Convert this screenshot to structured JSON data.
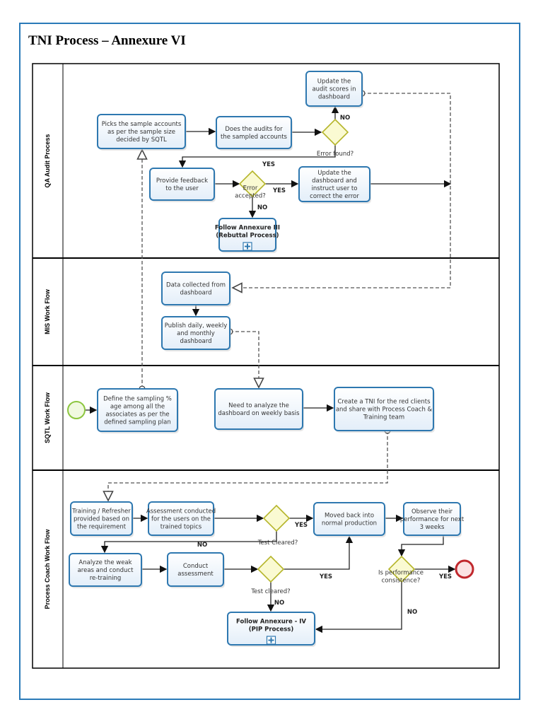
{
  "title": "TNI Process – Annexure VI",
  "lanes": [
    {
      "id": "qa",
      "label": "QA  Audit Process"
    },
    {
      "id": "mis",
      "label": "MIS Work Flow"
    },
    {
      "id": "sqtl",
      "label": "SQTL Work Flow"
    },
    {
      "id": "pc",
      "label": "Process Coach Work Flow"
    }
  ],
  "nodes": {
    "picks": {
      "type": "task",
      "lines": [
        "Picks the sample accounts",
        "as per the sample size",
        "decided by SQTL"
      ]
    },
    "audits": {
      "type": "task",
      "lines": [
        "Does the audits for",
        "the sampled accounts"
      ]
    },
    "update_scores": {
      "type": "task",
      "lines": [
        "Update the",
        "audit scores in",
        "dashboard"
      ]
    },
    "gw_error_found": {
      "type": "gateway",
      "lines": [
        "Error found?"
      ]
    },
    "feedback": {
      "type": "task",
      "lines": [
        "Provide feedback",
        "to the user"
      ]
    },
    "gw_error_accepted": {
      "type": "gateway",
      "lines": [
        "Error",
        "accepted?"
      ]
    },
    "update_dashboard": {
      "type": "task",
      "lines": [
        "Update the",
        "dashboard  and",
        "instruct user to",
        "correct the error"
      ]
    },
    "annex3": {
      "type": "subprocess",
      "lines": [
        "Follow Annexure III",
        "(Rebuttal Process)"
      ]
    },
    "data_collected": {
      "type": "task",
      "lines": [
        "Data collected from",
        "dashboard"
      ]
    },
    "publish": {
      "type": "task",
      "lines": [
        "Publish daily, weekly",
        "and monthly",
        "dashboard"
      ]
    },
    "start": {
      "type": "start-event",
      "lines": []
    },
    "define": {
      "type": "task",
      "lines": [
        "Define the sampling %",
        "age among all the",
        "associates as per the",
        "defined  sampling plan"
      ]
    },
    "analyze_weekly": {
      "type": "task",
      "lines": [
        "Need to analyze the",
        "dashboard on weekly basis"
      ]
    },
    "create_tni": {
      "type": "task",
      "lines": [
        "Create a TNI for the red clients",
        "and share with Process Coach &",
        "Training team"
      ]
    },
    "training": {
      "type": "task",
      "lines": [
        "Training / Refresher",
        "provided based on",
        "the requirement"
      ]
    },
    "assessment": {
      "type": "task",
      "lines": [
        "Assessment conducted",
        "for the users on the",
        "trained topics"
      ]
    },
    "gw_test1": {
      "type": "gateway",
      "lines": [
        "Test Cleared?"
      ]
    },
    "moved_back": {
      "type": "task",
      "lines": [
        "Moved back into",
        "normal production"
      ]
    },
    "observe": {
      "type": "task",
      "lines": [
        "Observe their",
        "performance for next",
        "3 weeks"
      ]
    },
    "analyze_weak": {
      "type": "task",
      "lines": [
        "Analyze the weak",
        "areas and conduct",
        "re-training"
      ]
    },
    "conduct": {
      "type": "task",
      "lines": [
        "Conduct",
        "assessment"
      ]
    },
    "gw_test2": {
      "type": "gateway",
      "lines": [
        "Test cleared?"
      ]
    },
    "annex4": {
      "type": "subprocess",
      "lines": [
        "Follow Annexure - IV",
        "(PIP Process)"
      ]
    },
    "gw_perf": {
      "type": "gateway",
      "lines": [
        "Is performance",
        "consistence?"
      ]
    },
    "end": {
      "type": "end-event",
      "lines": []
    }
  },
  "edge_labels": {
    "no1": "NO",
    "yes1": "YES",
    "yes2": "YES",
    "no2": "NO",
    "yes3": "YES",
    "no3": "NO",
    "yes4": "YES",
    "no4": "NO",
    "yes5": "YES",
    "no5": "NO"
  },
  "colors": {
    "border": "#2a7ab8",
    "task_stroke": "#2e78b0",
    "gateway_fill": "#fafad2",
    "gateway_stroke": "#b5b52a",
    "start": "#8cc63f",
    "end": "#c0282d"
  }
}
